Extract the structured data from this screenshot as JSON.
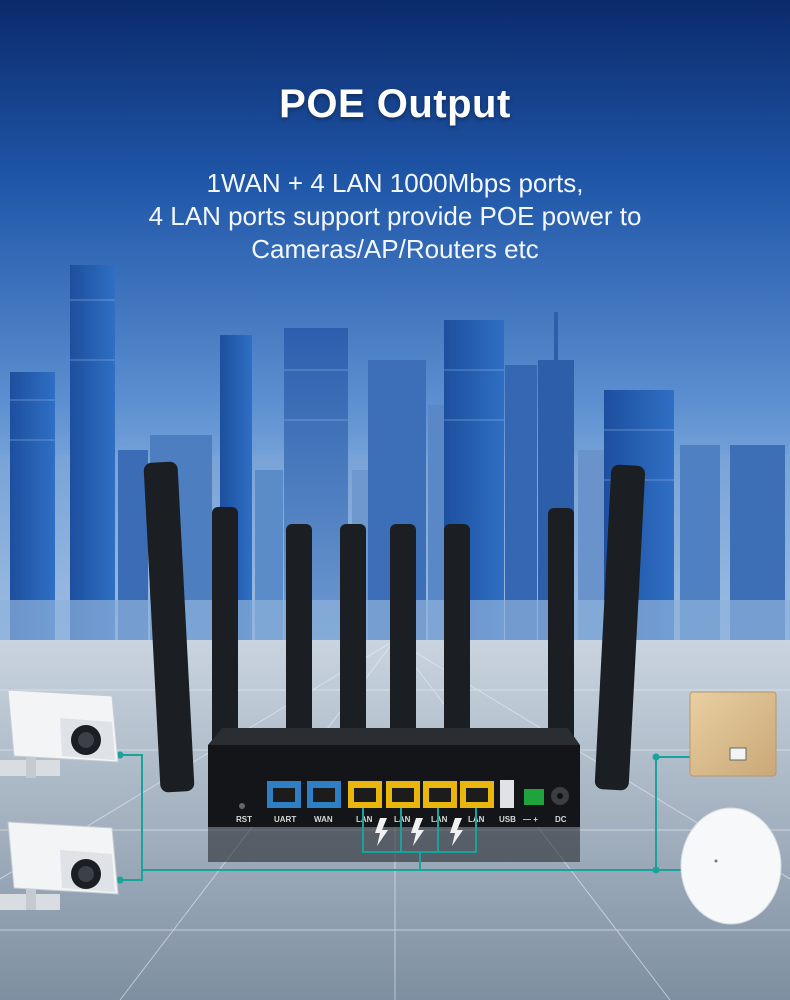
{
  "header": {
    "title": "POE Output",
    "subtitle_lines": [
      "1WAN + 4 LAN 1000Mbps ports,",
      "4 LAN ports support provide POE power to",
      "Cameras/AP/Routers etc"
    ]
  },
  "router": {
    "port_labels": [
      "RST",
      "UART",
      "WAN",
      "LAN",
      "LAN",
      "LAN",
      "LAN",
      "USB",
      "— +",
      "DC"
    ]
  },
  "devices": {
    "left": [
      "camera-icon",
      "camera-icon"
    ],
    "right": [
      "wall-ap-icon",
      "ceiling-ap-icon"
    ]
  },
  "colors": {
    "sky_top": "#0b2a6b",
    "sky_mid": "#5b8fd0",
    "connector": "#1aa39a",
    "lan_port": "#e8b60c",
    "wan_port": "#2f7fc4"
  }
}
